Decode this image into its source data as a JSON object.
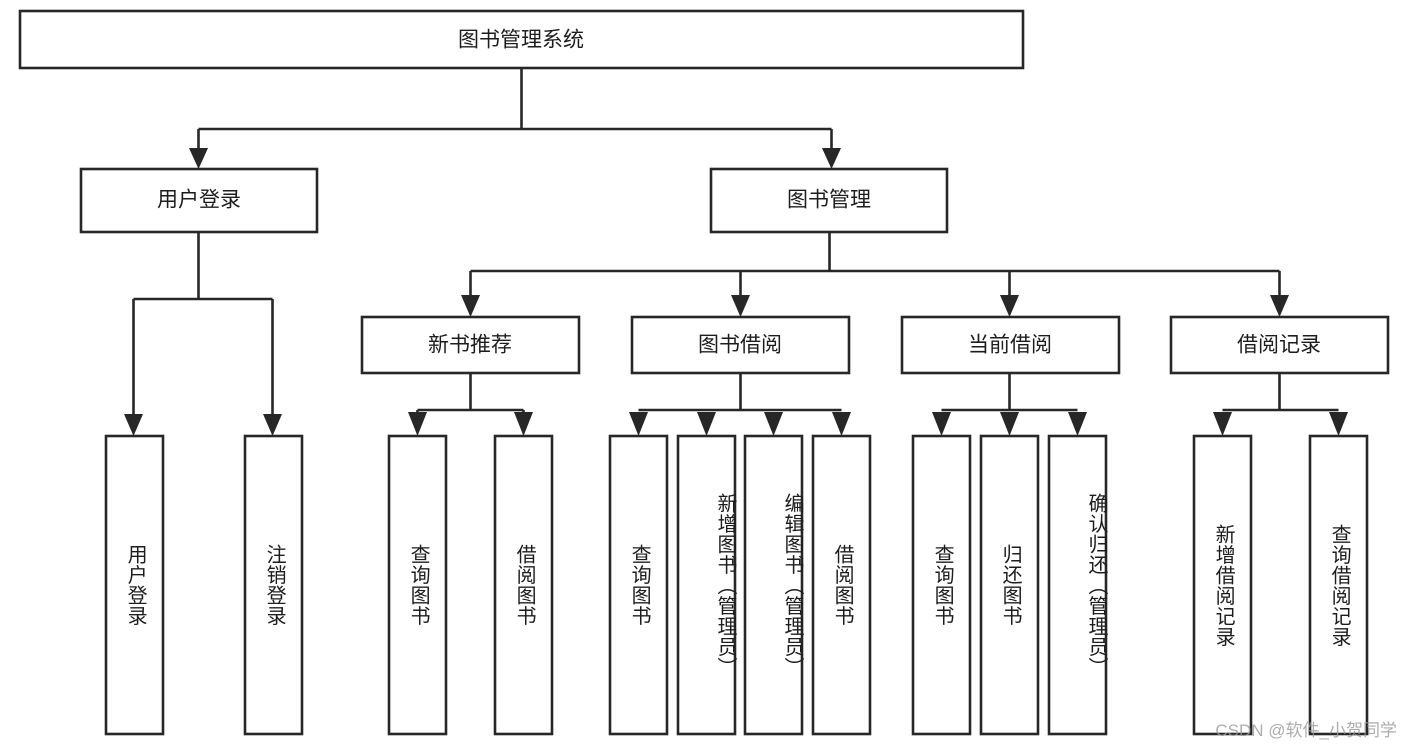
{
  "diagram": {
    "type": "tree-hierarchy",
    "title": "图书管理系统",
    "background_color": "#ffffff",
    "line_color": "#272727",
    "box_fill": "#ffffff",
    "text_color": "#1d1d1d",
    "root": {
      "label": "图书管理系统",
      "level": 0
    },
    "level1": [
      {
        "label": "用户登录"
      },
      {
        "label": "图书管理"
      }
    ],
    "level2": [
      {
        "label": "新书推荐",
        "parent": "图书管理"
      },
      {
        "label": "图书借阅",
        "parent": "图书管理"
      },
      {
        "label": "当前借阅",
        "parent": "图书管理"
      },
      {
        "label": "借阅记录",
        "parent": "图书管理"
      }
    ],
    "leaves": {
      "user_login": [
        {
          "label": "用户登录"
        },
        {
          "label": "注销登录"
        }
      ],
      "new_book_recommend": [
        {
          "label": "查询图书"
        },
        {
          "label": "借阅图书"
        }
      ],
      "book_borrow": [
        {
          "label": "查询图书"
        },
        {
          "label": "新增图书（管理员）"
        },
        {
          "label": "编辑图书（管理员）"
        },
        {
          "label": "借阅图书"
        }
      ],
      "current_borrow": [
        {
          "label": "查询图书"
        },
        {
          "label": "归还图书"
        },
        {
          "label": "确认归还（管理员）"
        }
      ],
      "borrow_records": [
        {
          "label": "新增借阅记录"
        },
        {
          "label": "查询借阅记录"
        }
      ]
    }
  },
  "watermark": {
    "text": "CSDN @软件_小贺同学"
  }
}
